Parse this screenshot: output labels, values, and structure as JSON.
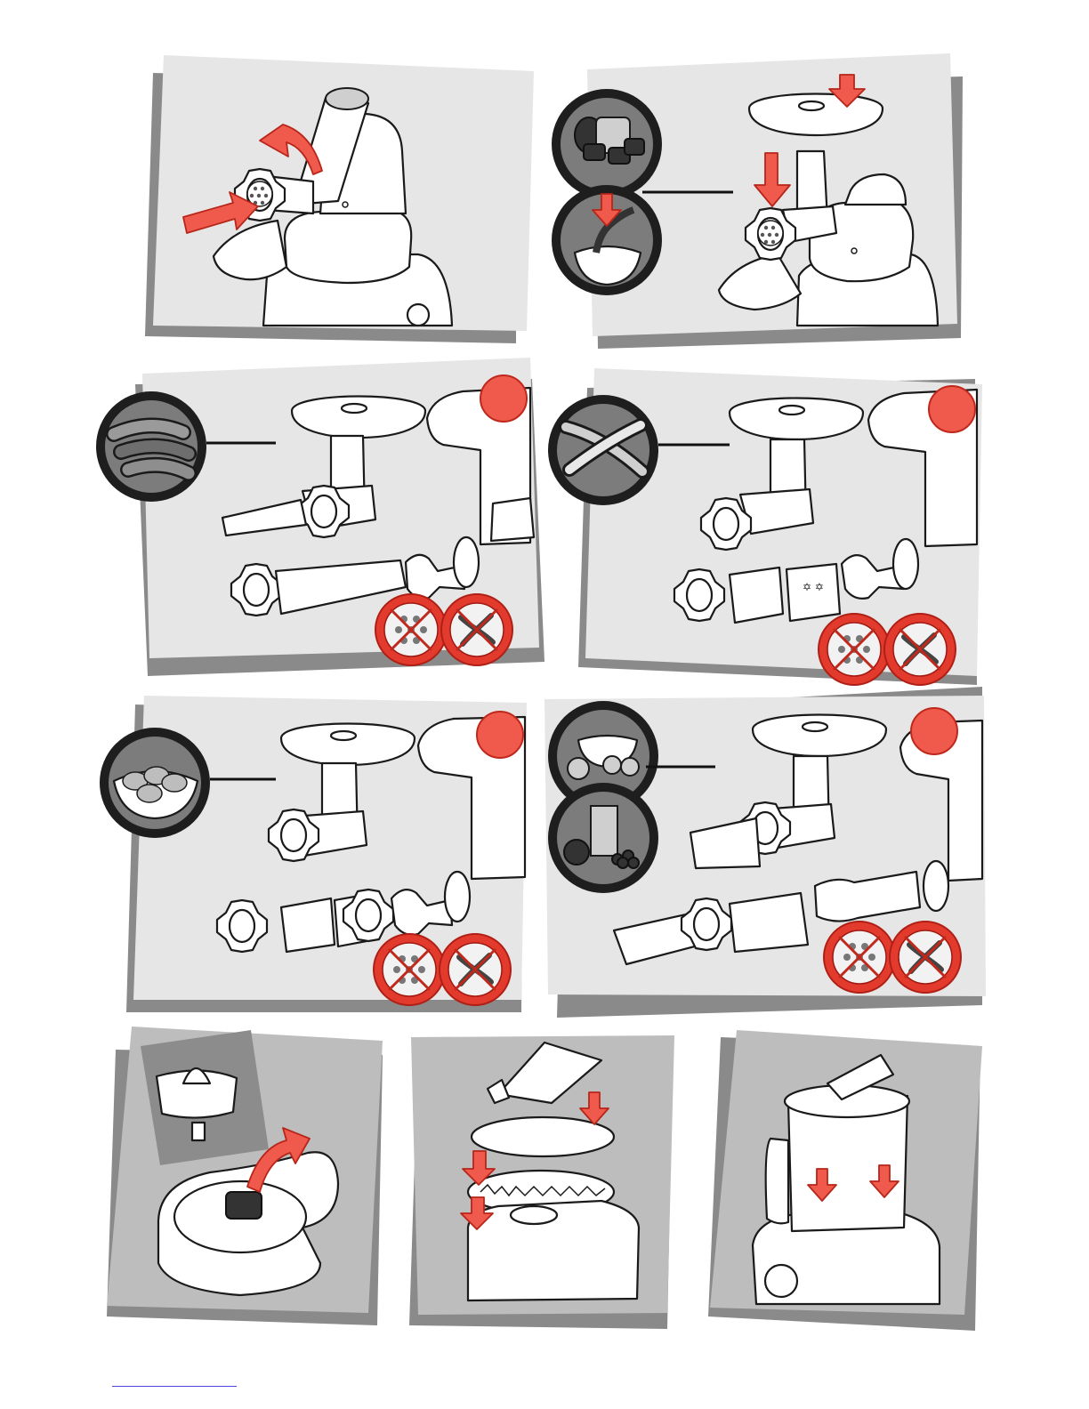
{
  "colors": {
    "accent_red": "#ef5a4c",
    "panel_light": "#e6e6e6",
    "panel_dark": "#bdbdbd",
    "shadow": "#8a8a8a",
    "line": "#1a1a1a"
  },
  "panels": [
    {
      "id": "p1",
      "depicts": "mincer-fitting"
    },
    {
      "id": "p2",
      "depicts": "mincer-use"
    },
    {
      "id": "p3",
      "depicts": "sausage-attachment"
    },
    {
      "id": "p4",
      "depicts": "biscuit-attachment"
    },
    {
      "id": "p5",
      "depicts": "kebbe-attachment"
    },
    {
      "id": "p6",
      "depicts": "fruit-press-attachment"
    },
    {
      "id": "p7",
      "depicts": "citrus-press-fitting"
    },
    {
      "id": "p8",
      "depicts": "slicer-disc-assembly"
    },
    {
      "id": "p9",
      "depicts": "processor-bowl-fitting"
    }
  ],
  "icons": [
    "rotate-arrow-icon",
    "push-arrow-icon",
    "down-arrow-icon",
    "no-screen-icon",
    "no-blade-icon"
  ]
}
